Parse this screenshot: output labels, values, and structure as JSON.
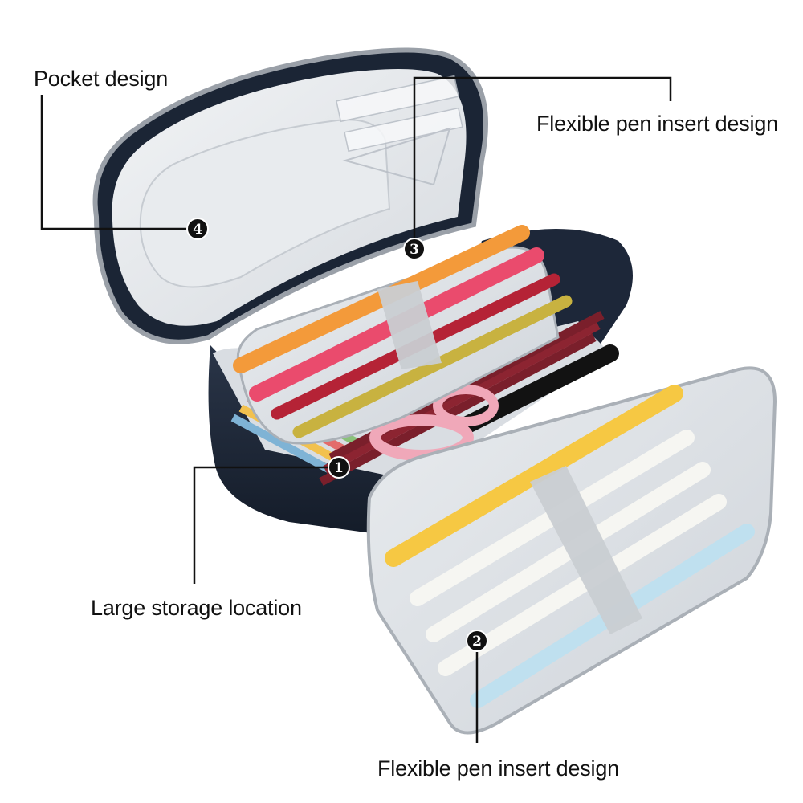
{
  "callouts": [
    {
      "number": "1",
      "label": "Large storage location"
    },
    {
      "number": "2",
      "label": "Flexible pen insert design"
    },
    {
      "number": "3",
      "label": "Flexible pen insert design"
    },
    {
      "number": "4",
      "label": "Pocket design"
    }
  ],
  "colors": {
    "case_body": "#1b2535",
    "lining": "#dfe3e8",
    "zipper": "#9aa0a8",
    "elastic": "#c9cdd2",
    "leader_line": "#111111",
    "badge": "#111111"
  },
  "items": {
    "top_flap_pens": [
      "orange-marker",
      "pink-marker",
      "red-glitter-pencil",
      "gold-glitter-pencil"
    ],
    "bottom_flap_pens": [
      "yellow-marker",
      "white-pen",
      "white-pen",
      "white-pen",
      "light-blue-pen"
    ],
    "main_compartment": [
      "colored-pencils",
      "red-pencils",
      "pink-scissors",
      "black-marker"
    ]
  }
}
